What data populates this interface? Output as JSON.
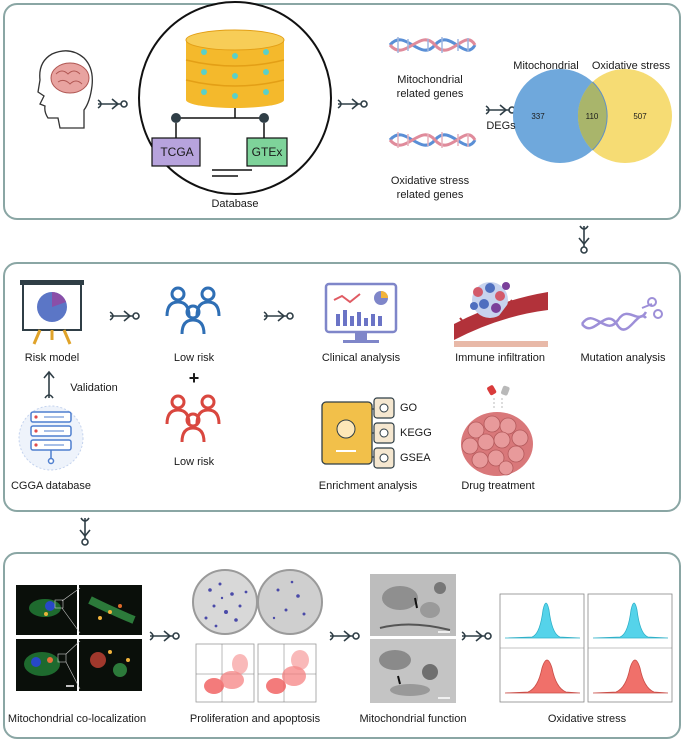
{
  "panel1": {
    "database_label": "Database",
    "tcga_label": "TCGA",
    "gtex_label": "GTEx",
    "mito_genes_line1": "Mitochondrial",
    "mito_genes_line2": "related genes",
    "ox_genes_line1": "Oxidative stress",
    "ox_genes_line2": "related genes",
    "degs_label": "DEGs",
    "venn": {
      "left_title": "Mitochondrial",
      "right_title": "Oxidative stress",
      "left_only": "337",
      "overlap": "110",
      "right_only": "507",
      "left_color": "#6fa8dc",
      "right_color": "#f6dc74"
    }
  },
  "panel2": {
    "risk_model": "Risk model",
    "validation": "Validation",
    "cgga": "CGGA database",
    "low_risk_1": "Low risk",
    "plus": "+",
    "low_risk_2": "Low risk",
    "clinical": "Clinical analysis",
    "immune": "Immune infiltration",
    "mutation": "Mutation analysis",
    "go": "GO",
    "kegg": "KEGG",
    "gsea": "GSEA",
    "enrichment": "Enrichment analysis",
    "drug": "Drug treatment"
  },
  "panel3": {
    "coloc": "Mitochondrial co-localization",
    "prolif": "Proliferation and apoptosis",
    "function": "Mitochondrial function",
    "oxidative": "Oxidative stress"
  },
  "colors": {
    "border": "#8aa6a4",
    "arrow": "#2f3e46",
    "blue_group": "#2f6fb5",
    "red_group": "#d9473f",
    "teal_node": "#2aa39a",
    "peak_cyan": "#55d3ea",
    "peak_red": "#f0706a"
  }
}
